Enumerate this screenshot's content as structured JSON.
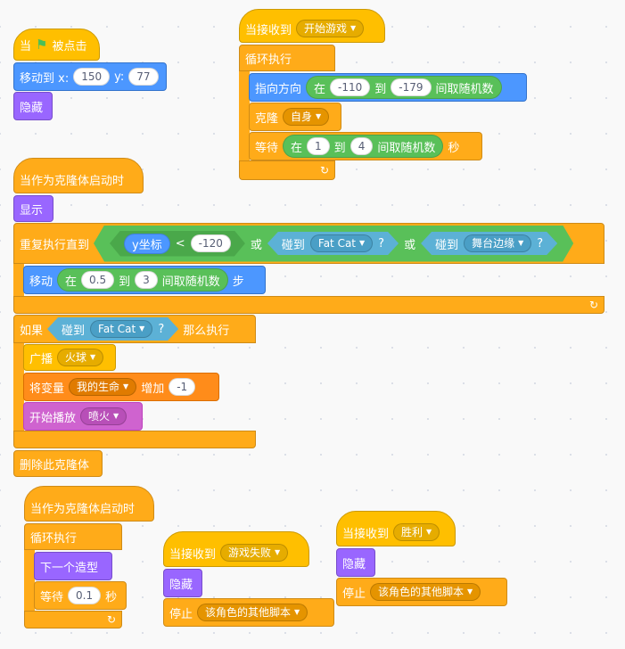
{
  "s1": {
    "hat": {
      "pre": "当",
      "post": "被点击",
      "icon": "green-flag-icon"
    },
    "goto": {
      "label": "移动到 x:",
      "x": "150",
      "ylabel": "y:",
      "y": "77"
    },
    "hide": "隐藏"
  },
  "s2": {
    "hat": {
      "label": "当接收到",
      "msg": "开始游戏"
    },
    "forever": "循环执行",
    "point": {
      "label": "指向方向",
      "op_pre": "在",
      "from": "-110",
      "to_word": "到",
      "to": "-179",
      "op_post": "间取随机数"
    },
    "clone": {
      "label": "克隆",
      "target": "自身"
    },
    "wait": {
      "label": "等待",
      "op_pre": "在",
      "from": "1",
      "to_word": "到",
      "to": "4",
      "op_post": "间取随机数",
      "unit": "秒"
    }
  },
  "s3": {
    "hat": "当作为克隆体启动时",
    "show": "显示",
    "repeat": {
      "label": "重复执行直到",
      "ycoord": "y坐标",
      "lt": "<",
      "val": "-120",
      "or1": "或",
      "touch1_label": "碰到",
      "touch1_target": "Fat Cat",
      "q": "?",
      "or2": "或",
      "touch2_label": "碰到",
      "touch2_target": "舞台边缘"
    },
    "move": {
      "label": "移动",
      "op_pre": "在",
      "from": "0.5",
      "to_word": "到",
      "to": "3",
      "op_post": "间取随机数",
      "unit": "步"
    },
    "if": {
      "label": "如果",
      "touch_label": "碰到",
      "touch_target": "Fat Cat",
      "q": "?",
      "then": "那么执行"
    },
    "broadcast": {
      "label": "广播",
      "msg": "火球"
    },
    "change": {
      "label": "将变量",
      "var": "我的生命",
      "by": "增加",
      "val": "-1"
    },
    "sound": {
      "label": "开始播放",
      "snd": "喷火"
    },
    "delete": "删除此克隆体"
  },
  "s4": {
    "hat": "当作为克隆体启动时",
    "forever": "循环执行",
    "next": "下一个造型",
    "wait": {
      "label": "等待",
      "val": "0.1",
      "unit": "秒"
    }
  },
  "s5": {
    "hat": {
      "label": "当接收到",
      "msg": "游戏失败"
    },
    "hide": "隐藏",
    "stop": {
      "label": "停止",
      "opt": "该角色的其他脚本"
    }
  },
  "s6": {
    "hat": {
      "label": "当接收到",
      "msg": "胜利"
    },
    "hide": "隐藏",
    "stop": {
      "label": "停止",
      "opt": "该角色的其他脚本"
    }
  }
}
